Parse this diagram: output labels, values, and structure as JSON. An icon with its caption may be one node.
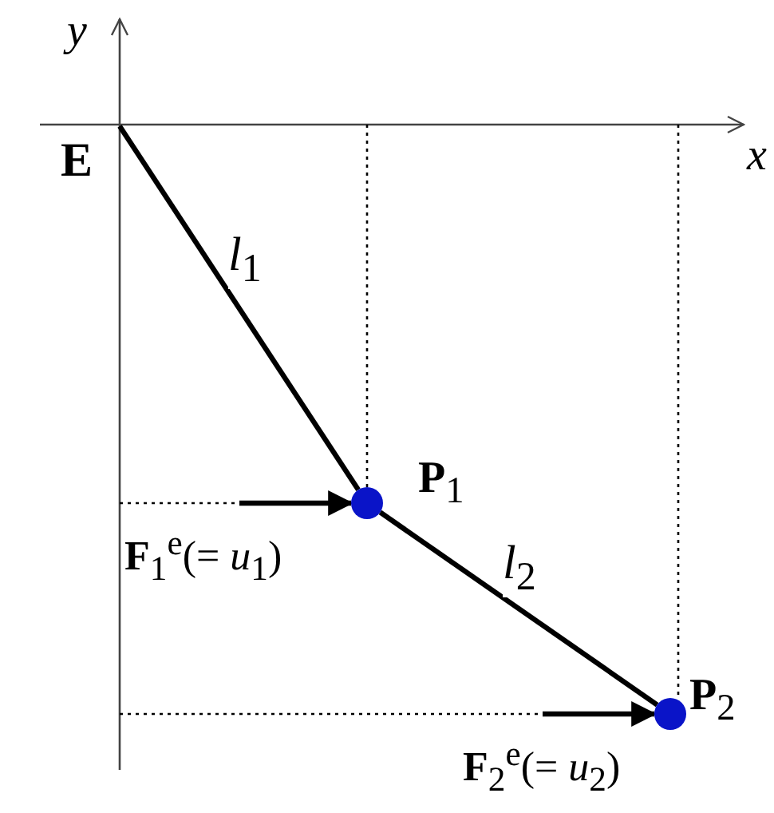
{
  "diagram": {
    "nodes": [
      {
        "text": [
          "**E**"
        ]
      },
      {
        "text": [],
        "shape": "circle",
        "beside": [
          "**P**$_{1}$"
        ]
      },
      {
        "text": [],
        "shape": "circle",
        "beside": [
          "**P**$_{2}$"
        ]
      }
    ],
    "edges": [
      {
        "from": 0,
        "to": 1,
        "arrow": "none",
        "label": "*l*$_{1}$"
      },
      {
        "from": 1,
        "to": 2,
        "arrow": "none",
        "label": "*l*$_{2}$"
      },
      {
        "from": null,
        "to": 1,
        "arrow": "to",
        "label": "**F**$_{1}$$^{e}$(= *u*$_{1}$)"
      },
      {
        "from": null,
        "to": 2,
        "arrow": "to",
        "label": "**F**$_{2}$$^{e}$(= *u*$_{2}$)"
      }
    ],
    "labels": [
      "*y*",
      "*x*"
    ]
  }
}
